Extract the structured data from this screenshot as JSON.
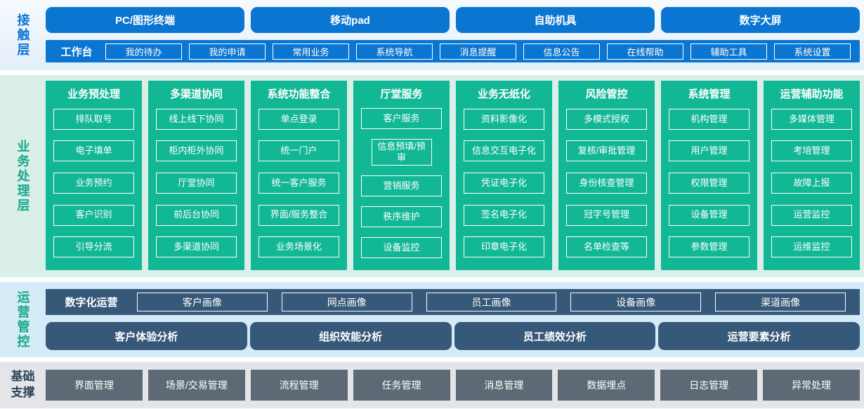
{
  "colors": {
    "primary_blue": "#0b76d1",
    "teal_green": "#12b795",
    "dark_slate_blue": "#365879",
    "gray_slate": "#5d6a76",
    "contact_bg": "#e3eefa",
    "business_bg": "#d9efe7",
    "ops_bg": "#d5ebf7",
    "base_bg": "#e3e5e8"
  },
  "contact_layer": {
    "label": "接触层",
    "terminals": [
      "PC/图形终端",
      "移动pad",
      "自助机具",
      "数字大屏"
    ],
    "workbench": {
      "label": "工作台",
      "items": [
        "我的待办",
        "我的申请",
        "常用业务",
        "系统导航",
        "消息提醒",
        "信息公告",
        "在线帮助",
        "辅助工具",
        "系统设置"
      ]
    }
  },
  "business_layer": {
    "label": "业务处理层",
    "columns": [
      {
        "title": "业务预处理",
        "items": [
          "排队取号",
          "电子填单",
          "业务预约",
          "客户识别",
          "引导分流"
        ]
      },
      {
        "title": "多渠道协同",
        "items": [
          "线上线下协同",
          "柜内柜外协同",
          "厅堂协同",
          "前后台协同",
          "多渠道协同"
        ]
      },
      {
        "title": "系统功能整合",
        "items": [
          "单点登录",
          "统一门户",
          "统一客户服务",
          "界面/服务整合",
          "业务场景化"
        ]
      },
      {
        "title": "厅堂服务",
        "items": [
          "客户服务",
          "信息预填/预审",
          "营销服务",
          "秩序维护",
          "设备监控"
        ]
      },
      {
        "title": "业务无纸化",
        "items": [
          "资料影像化",
          "信息交互电子化",
          "凭证电子化",
          "签名电子化",
          "印章电子化"
        ]
      },
      {
        "title": "风险管控",
        "items": [
          "多模式授权",
          "复核/审批管理",
          "身份核查管理",
          "冠字号管理",
          "名单检查等"
        ]
      },
      {
        "title": "系统管理",
        "items": [
          "机构管理",
          "用户管理",
          "权限管理",
          "设备管理",
          "参数管理"
        ]
      },
      {
        "title": "运营辅助功能",
        "items": [
          "多媒体管理",
          "考培管理",
          "故障上报",
          "运营监控",
          "运维监控"
        ]
      }
    ]
  },
  "ops_layer": {
    "label": "运营管控",
    "digital": {
      "label": "数字化运营",
      "items": [
        "客户画像",
        "网点画像",
        "员工画像",
        "设备画像",
        "渠道画像"
      ]
    },
    "analysis": [
      "客户体验分析",
      "组织效能分析",
      "员工绩效分析",
      "运营要素分析"
    ]
  },
  "base_layer": {
    "label": "基础支撑",
    "items": [
      "界面管理",
      "场景/交易管理",
      "流程管理",
      "任务管理",
      "消息管理",
      "数据埋点",
      "日志管理",
      "异常处理"
    ]
  }
}
